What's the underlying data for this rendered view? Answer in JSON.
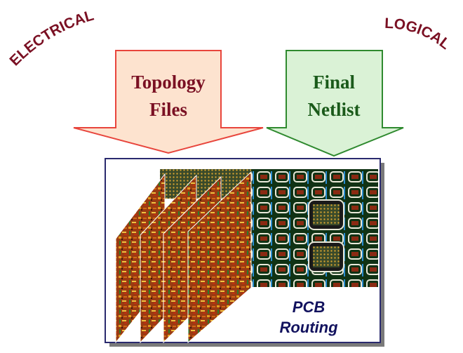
{
  "labels": {
    "electrical": "ELECTRICAL",
    "logical": "LOGICAL"
  },
  "arrows": {
    "left": {
      "line1": "Topology",
      "line2": "Files"
    },
    "right": {
      "line1": "Final",
      "line2": "Netlist"
    }
  },
  "panel": {
    "line1": "PCB",
    "line2": "Routing"
  },
  "colors": {
    "label_text": "#7a1023",
    "left_arrow_fill": "#fde3cf",
    "left_arrow_stroke": "#e8453c",
    "left_arrow_text": "#7a1023",
    "right_arrow_fill": "#daf2d6",
    "right_arrow_stroke": "#2f8a2f",
    "right_arrow_text": "#1a5a1a",
    "panel_border": "#2a2a6e",
    "panel_text": "#12125e"
  }
}
